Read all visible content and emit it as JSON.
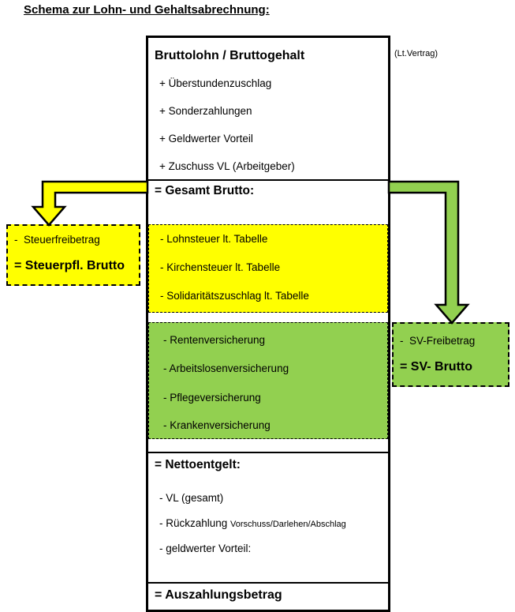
{
  "title": "Schema zur Lohn- und Gehaltsabrechnung:",
  "colors": {
    "yellow": "#ffff00",
    "green": "#92d050"
  },
  "main_column": {
    "header": "Bruttolohn / Bruttogehalt",
    "contract_note": "(Lt.Vertrag)",
    "additions": [
      "+ Überstundenzuschlag",
      "+ Sonderzahlungen",
      "+ Geldwerter Vorteil",
      "+ Zuschuss VL (Arbeitgeber)"
    ],
    "gesamt_brutto_label": "= Gesamt Brutto:",
    "tax_deductions": [
      "- Lohnsteuer lt. Tabelle",
      "- Kirchensteuer lt. Tabelle",
      "- Solidaritätszuschlag lt. Tabelle"
    ],
    "social_insurance_deductions": [
      "- Rentenversicherung",
      "- Arbeitslosenversicherung",
      "- Pflegeversicherung",
      "- Krankenversicherung"
    ],
    "nettoentgelt_label": "= Nettoentgelt:",
    "net_deductions": [
      {
        "text": "- VL (gesamt)",
        "detail": ""
      },
      {
        "text": "- Rückzahlung ",
        "detail": "Vorschuss/Darlehen/Abschlag"
      },
      {
        "text": "- geldwerter Vorteil:",
        "detail": ""
      }
    ],
    "auszahlungsbetrag_label": "= Auszahlungsbetrag"
  },
  "left_box": {
    "deduction": "-  Steuerfreibetrag",
    "result": "= Steuerpfl. Brutto"
  },
  "right_box": {
    "deduction": "-  SV-Freibetrag",
    "result": "= SV- Brutto"
  }
}
